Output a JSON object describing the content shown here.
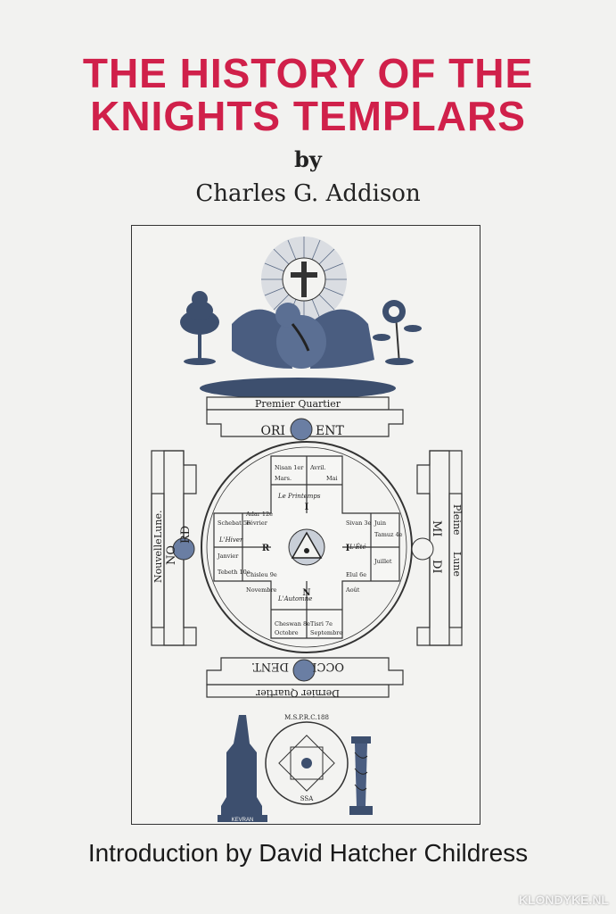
{
  "cover": {
    "title_line1": "THE HISTORY OF THE",
    "title_line2": "KNIGHTS TEMPLARS",
    "by": "by",
    "author": "Charles G. Addison",
    "intro": "Introduction by David Hatcher Childress",
    "title_color": "#d0204a"
  },
  "diagram": {
    "top_label": "Premier  Quartier",
    "bottom_label": "Dernier  Quartier",
    "orient_left": "ORI",
    "orient_right": "ENT",
    "occi_left": "OCCI",
    "occi_right": "DENT.",
    "nord_left": "NO",
    "nord_right": "RD",
    "midi_left": "MI",
    "midi_right": "DI",
    "nouvelle": "Nouvelle",
    "lune_left": "Lune.",
    "pleine": "Pleine",
    "lune_right": "Lune",
    "months": {
      "nisan": "Nisan 1er",
      "avril": "Avril.",
      "mars": "Mars.",
      "mai": "Mai",
      "schebat": "Schebat 5e",
      "fevrier": "Février",
      "adar": "Adar 12e",
      "sivan": "Sivan 3e",
      "juin": "Juin",
      "juillet": "Juillet",
      "tamuz": "Tamuz 4e",
      "tebeth": "Tebeth 10e",
      "janvier": "Janvier",
      "chisleu": "Chisleu 9e",
      "novembre": "Novembre",
      "elul": "Elul 6e",
      "aout": "Août",
      "cheswan": "Cheswan 8e",
      "octobre": "Octobre",
      "tisri": "Tisri 7e",
      "septembre": "Septembre"
    },
    "seasons": {
      "printemps": "Le Printemps",
      "ete": "L'Été",
      "automne": "L'Automne",
      "hiver": "L'Hiver"
    },
    "cross_letters": [
      "I",
      "N",
      "R",
      "I"
    ],
    "seal_text": "M.S.P.R.C.188",
    "seal_sub": "SSA",
    "tower_label": "KEVRAN"
  },
  "watermark": "KLONDYKE.NL"
}
